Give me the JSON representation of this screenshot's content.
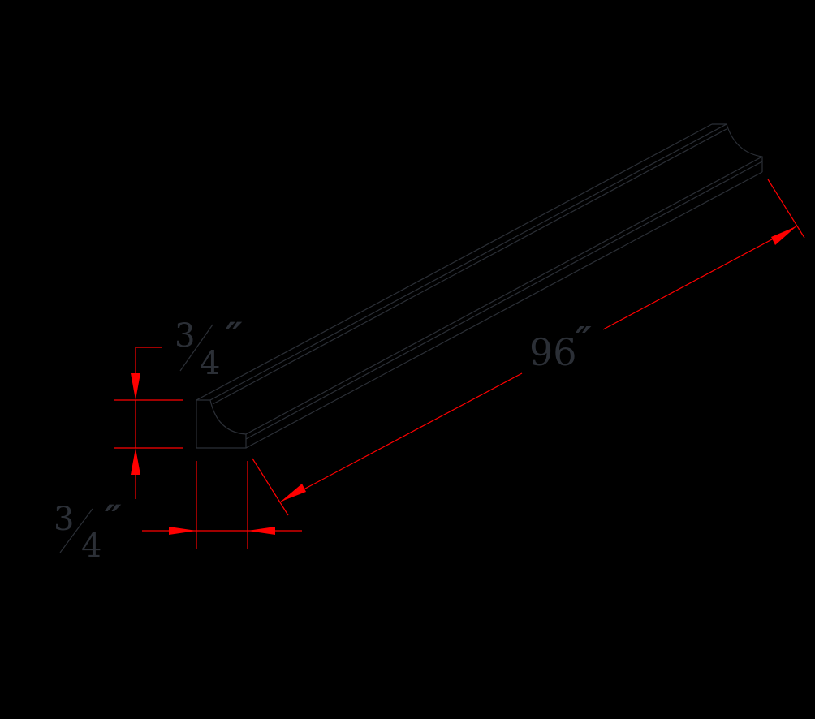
{
  "drawing": {
    "subject": "cove molding",
    "colors": {
      "background": "#000000",
      "outline": "#2b2f36",
      "dimension": "#ff0000",
      "text": "#2b2f36"
    },
    "dimensions": {
      "height": {
        "numerator": "3",
        "denominator": "4",
        "unit": "″"
      },
      "width": {
        "numerator": "3",
        "denominator": "4",
        "unit": "″"
      },
      "length": {
        "value": "96",
        "unit": "″"
      }
    }
  }
}
